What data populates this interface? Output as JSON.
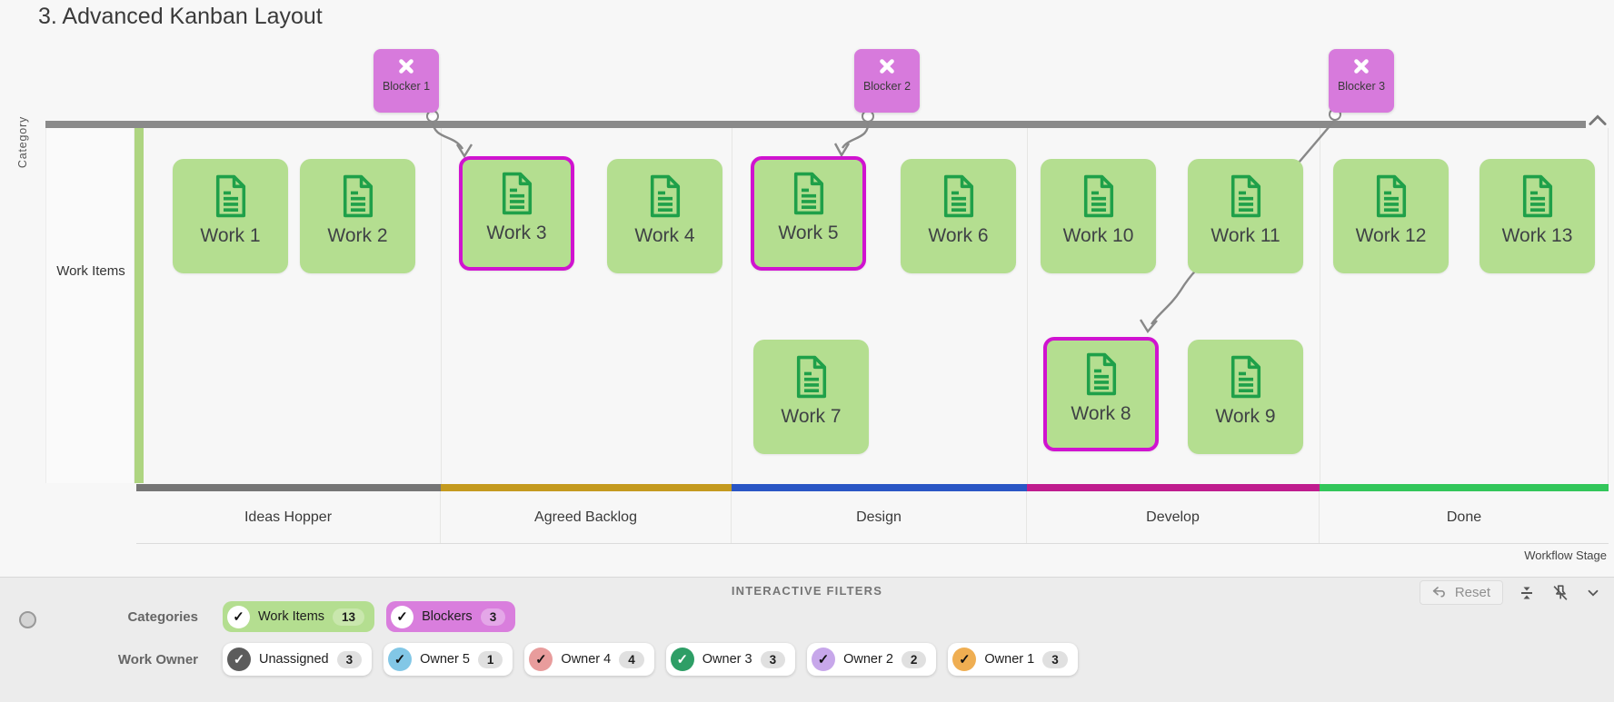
{
  "title": "3. Advanced Kanban Layout",
  "board": {
    "category_axis_label": "Category",
    "row_label": "Work Items",
    "row_stripe_color": "#AED581",
    "stage_axis_label": "Workflow Stage",
    "card_color": "#B4DE90",
    "doc_icon_color": "#1FA049",
    "blocked_border_color": "#D013D0",
    "blocker_color": "#D77ADC",
    "stages": [
      {
        "label": "Ideas Hopper",
        "color": "#757575"
      },
      {
        "label": "Agreed Backlog",
        "color": "#C49A1F"
      },
      {
        "label": "Design",
        "color": "#2A56C5"
      },
      {
        "label": "Develop",
        "color": "#BF1C8E"
      },
      {
        "label": "Done",
        "color": "#32C65A"
      }
    ],
    "blockers": [
      {
        "label": "Blocker 1",
        "target": "Work 3"
      },
      {
        "label": "Blocker 2",
        "target": "Work 5"
      },
      {
        "label": "Blocker 3",
        "target": "Work 8"
      }
    ],
    "work_items": [
      {
        "label": "Work 1",
        "stage": "Ideas Hopper",
        "blocked": false
      },
      {
        "label": "Work 2",
        "stage": "Ideas Hopper",
        "blocked": false
      },
      {
        "label": "Work 3",
        "stage": "Agreed Backlog",
        "blocked": true
      },
      {
        "label": "Work 4",
        "stage": "Agreed Backlog",
        "blocked": false
      },
      {
        "label": "Work 5",
        "stage": "Design",
        "blocked": true
      },
      {
        "label": "Work 6",
        "stage": "Design",
        "blocked": false
      },
      {
        "label": "Work 7",
        "stage": "Design",
        "blocked": false
      },
      {
        "label": "Work 8",
        "stage": "Develop",
        "blocked": true
      },
      {
        "label": "Work 9",
        "stage": "Develop",
        "blocked": false
      },
      {
        "label": "Work 10",
        "stage": "Develop",
        "blocked": false
      },
      {
        "label": "Work 11",
        "stage": "Develop",
        "blocked": false
      },
      {
        "label": "Work 12",
        "stage": "Done",
        "blocked": false
      },
      {
        "label": "Work 13",
        "stage": "Done",
        "blocked": false
      }
    ]
  },
  "filters": {
    "header": "INTERACTIVE FILTERS",
    "reset_label": "Reset",
    "rows": [
      {
        "label": "Categories",
        "chips": [
          {
            "label": "Work Items",
            "count": "13",
            "chip_color": "#B4DE90",
            "badge_color": "#C9E7AD",
            "check_color": "#111111"
          },
          {
            "label": "Blockers",
            "count": "3",
            "chip_color": "#D97EDD",
            "badge_color": "#E4A7E8",
            "check_color": "#111111"
          }
        ]
      },
      {
        "label": "Work Owner",
        "chips": [
          {
            "label": "Unassigned",
            "count": "3",
            "circle_color": "#5C5C5C",
            "badge_color": "#E0E0E0",
            "check_color": "#FFFFFF"
          },
          {
            "label": "Owner 5",
            "count": "1",
            "circle_color": "#82C7E6",
            "badge_color": "#E0E0E0",
            "check_color": "#111111"
          },
          {
            "label": "Owner 4",
            "count": "4",
            "circle_color": "#E89C9C",
            "badge_color": "#E0E0E0",
            "check_color": "#111111"
          },
          {
            "label": "Owner 3",
            "count": "3",
            "circle_color": "#2E9E66",
            "badge_color": "#E0E0E0",
            "check_color": "#FFFFFF"
          },
          {
            "label": "Owner 2",
            "count": "2",
            "circle_color": "#C7A7EA",
            "badge_color": "#E0E0E0",
            "check_color": "#111111"
          },
          {
            "label": "Owner 1",
            "count": "3",
            "circle_color": "#EFAE52",
            "badge_color": "#E0E0E0",
            "check_color": "#111111"
          }
        ]
      }
    ]
  }
}
